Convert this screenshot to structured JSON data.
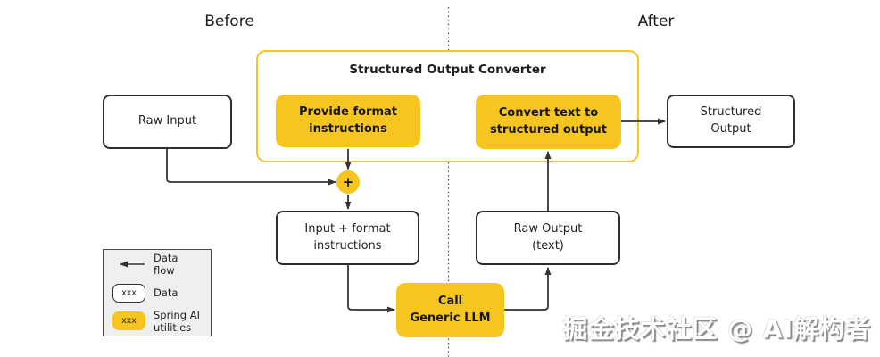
{
  "colors": {
    "accent_yellow": "#F6C51F",
    "box_border_dark": "#2E2E2E",
    "arrow": "#333333",
    "legend_background": "#EFEFEF"
  },
  "sections": {
    "before": "Before",
    "after": "After"
  },
  "converter": {
    "title": "Structured Output Converter"
  },
  "nodes": {
    "raw_input": "Raw Input",
    "provide_format": "Provide format\ninstructions",
    "convert_text": "Convert text to\nstructured  output",
    "structured_output": "Structured\nOutput",
    "plus": "+",
    "input_format": "Input + format\ninstructions",
    "call_llm": "Call\nGeneric LLM",
    "raw_output": "Raw Output\n(text)"
  },
  "legend": {
    "data_flow_label": "Data flow",
    "data_sample": "xxx",
    "data_label": "Data",
    "spring_sample": "xxx",
    "spring_label": "Spring AI\nutilities"
  },
  "watermark": "掘金技术社区 @ AI解构者"
}
